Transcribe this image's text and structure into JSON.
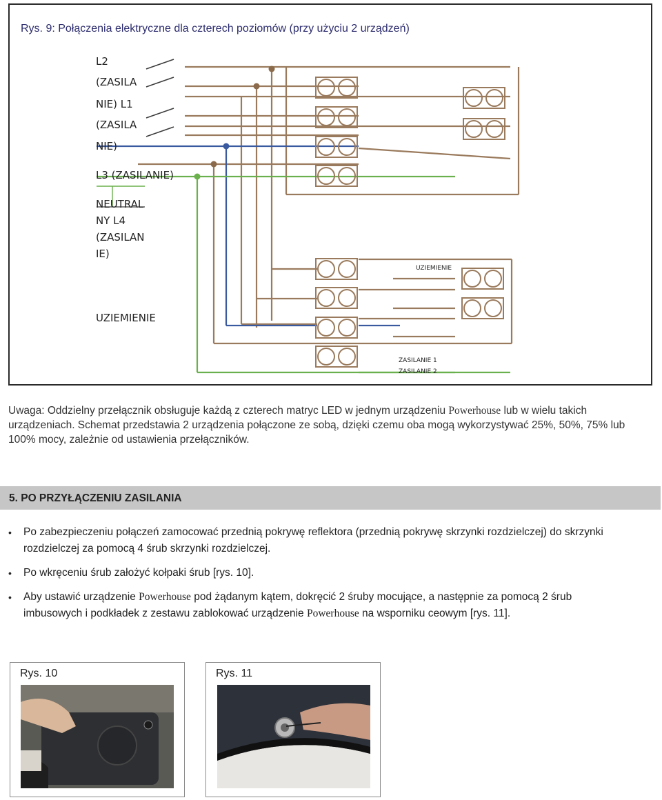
{
  "diagram": {
    "caption": "Rys. 9: Połączenia elektryczne dla czterech poziomów (przy użyciu 2 urządzeń)",
    "labels": {
      "l2": "L2",
      "l2_zasila": "(ZASILA",
      "l2_nie_l1": "NIE) L1",
      "l1_zasila": "(ZASILA",
      "l1_nie": "NIE)",
      "l3": "L3 (ZASILANIE)",
      "neutral": "NEUTRAL",
      "ny_l4": "NY L4",
      "l4_zasilan": "(ZASILAN",
      "l4_ie": "IE)",
      "uziemienie": "UZIEMIENIE",
      "uziemienie_small": "UZIEMIENIE",
      "zasilanie_1": "ZASILANIE 1",
      "zasilanie_2": "ZASILANIE 2"
    },
    "colors": {
      "brown": "#9a7a5c",
      "blue": "#3a5aa0",
      "green": "#6ab04c",
      "frame": "#2a2a2a"
    }
  },
  "note": {
    "part1": "Uwaga: Oddzielny przełącznik obsługuje każdą z czterech matryc LED w jednym urządzeniu ",
    "brand": "Powerhouse",
    "part2": " lub w wielu takich urządzeniach. Schemat przedstawia 2 urządzenia połączone ze sobą, dzięki czemu oba mogą wykorzystywać 25%, 50%, 75% lub 100% mocy, zależnie od ustawienia przełączników."
  },
  "section": {
    "title": "5. PO PRZYŁĄCZENIU ZASILANIA"
  },
  "bullets": {
    "symbol": "•",
    "b1": "Po zabezpieczeniu połączeń zamocować przednią pokrywę reflektora (przednią pokrywę skrzynki rozdzielczej) do skrzynki rozdzielczej za pomocą 4 śrub skrzynki rozdzielczej.",
    "b2": "Po wkręceniu śrub założyć kołpaki śrub [rys. 10].",
    "b3_a": "Aby ustawić urządzenie ",
    "b3_brand": "Powerhouse",
    "b3_b": " pod żądanym kątem, dokręcić 2 śruby mocujące, a następnie za pomocą 2 śrub imbusowych i podkładek z zestawu zablokować urządzenie ",
    "b3_brand2": "Powerhouse",
    "b3_c": " na wsporniku ceowym [rys. 11]."
  },
  "figures": {
    "fig10": "Rys. 10",
    "fig11": "Rys. 11"
  }
}
